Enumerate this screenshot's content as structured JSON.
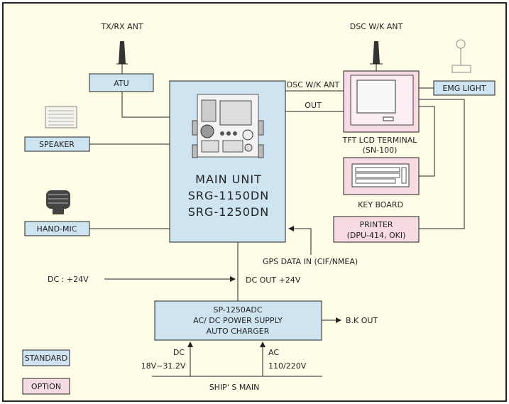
{
  "colors": {
    "frame_bg": "#fffde8",
    "standard_fill": "#cfe4f1",
    "option_fill": "#f6dbe3",
    "line": "#222222"
  },
  "antennas": {
    "txrx": "TX/RX ANT",
    "dsc": "DSC W/K ANT"
  },
  "units": {
    "atu": "ATU",
    "speaker": "SPEAKER",
    "hand_mic": "HAND-MIC",
    "emg_light": "EMG LIGHT",
    "printer_line1": "PRINTER",
    "printer_line2": "(DPU-414, OKI)",
    "keyboard": "KEY BOARD",
    "tft_line1": "TFT LCD TERMINAL",
    "tft_line2": "(SN-100)"
  },
  "main_unit": {
    "line1": "MAIN UNIT",
    "line2": "SRG-1150DN",
    "line3": "SRG-1250DN"
  },
  "power_supply": {
    "line1": "SP-1250ADC",
    "line2": "AC/ DC POWER SUPPLY",
    "line3": "AUTO CHARGER"
  },
  "signals": {
    "dsc_wk_ant": "DSC W/K ANT",
    "out": "OUT",
    "gps_in": "GPS DATA IN (CIF/NMEA)",
    "dc_in": "DC : +24V",
    "dc_out": "DC OUT +24V",
    "bk_out": "B.K OUT",
    "dc_label": "DC",
    "dc_range": "18V~31.2V",
    "ac_label": "AC",
    "ac_range": "110/220V",
    "ships_main": "SHIP' S MAIN"
  },
  "legend": {
    "standard": "STANDARD",
    "option": "OPTION"
  }
}
